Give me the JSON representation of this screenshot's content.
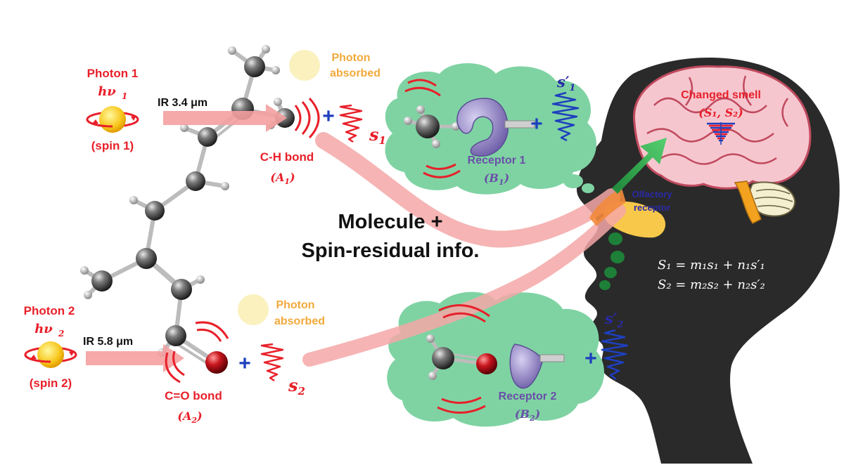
{
  "photon1": {
    "title": "Photon 1",
    "energy": "hν",
    "energy_sub": "1",
    "spin": "(spin 1)",
    "ir": "IR 3.4 μm"
  },
  "photon2": {
    "title": "Photon 2",
    "energy": "hν",
    "energy_sub": "2",
    "spin": "(spin 2)",
    "ir": "IR 5.8 μm"
  },
  "absorbed_top": {
    "line1": "Photon",
    "line2": "absorbed"
  },
  "absorbed_bottom": {
    "line1": "Photon",
    "line2": "absorbed"
  },
  "bond1": {
    "label": "C-H bond",
    "sym": "A",
    "sub": "1"
  },
  "bond2": {
    "label": "C=O bond",
    "sym": "A",
    "sub": "2"
  },
  "signal1": {
    "sym": "s",
    "sub": "1"
  },
  "signal2": {
    "sym": "s",
    "sub": "2"
  },
  "receptor1": {
    "label": "Receptor 1",
    "sym": "B",
    "sub": "1",
    "signal_sym": "s′",
    "signal_sub": "1"
  },
  "receptor2": {
    "label": "Receptor 2",
    "sym": "B",
    "sub": "2",
    "signal_sym": "s′",
    "signal_sub": "2"
  },
  "center": {
    "line1": "Molecule +",
    "line2": "Spin-residual info."
  },
  "brain": {
    "label": "Changed smell",
    "sym": "(S₁,  S₂)"
  },
  "olfactory": {
    "line1": "Olfactory",
    "line2": "receptor"
  },
  "equations": {
    "eq1": "S₁ = m₁s₁ + n₁s′₁",
    "eq2": "S₂ = m₂s₂ + n₂s′₂"
  },
  "plus": "+",
  "colors": {
    "red": "#e8202a",
    "cloud": "#7fd3a3",
    "head": "#2a2a2a",
    "brain": "#f6c6cf",
    "beam": "#f7a0a0",
    "receptor": "#9b8dd0"
  }
}
